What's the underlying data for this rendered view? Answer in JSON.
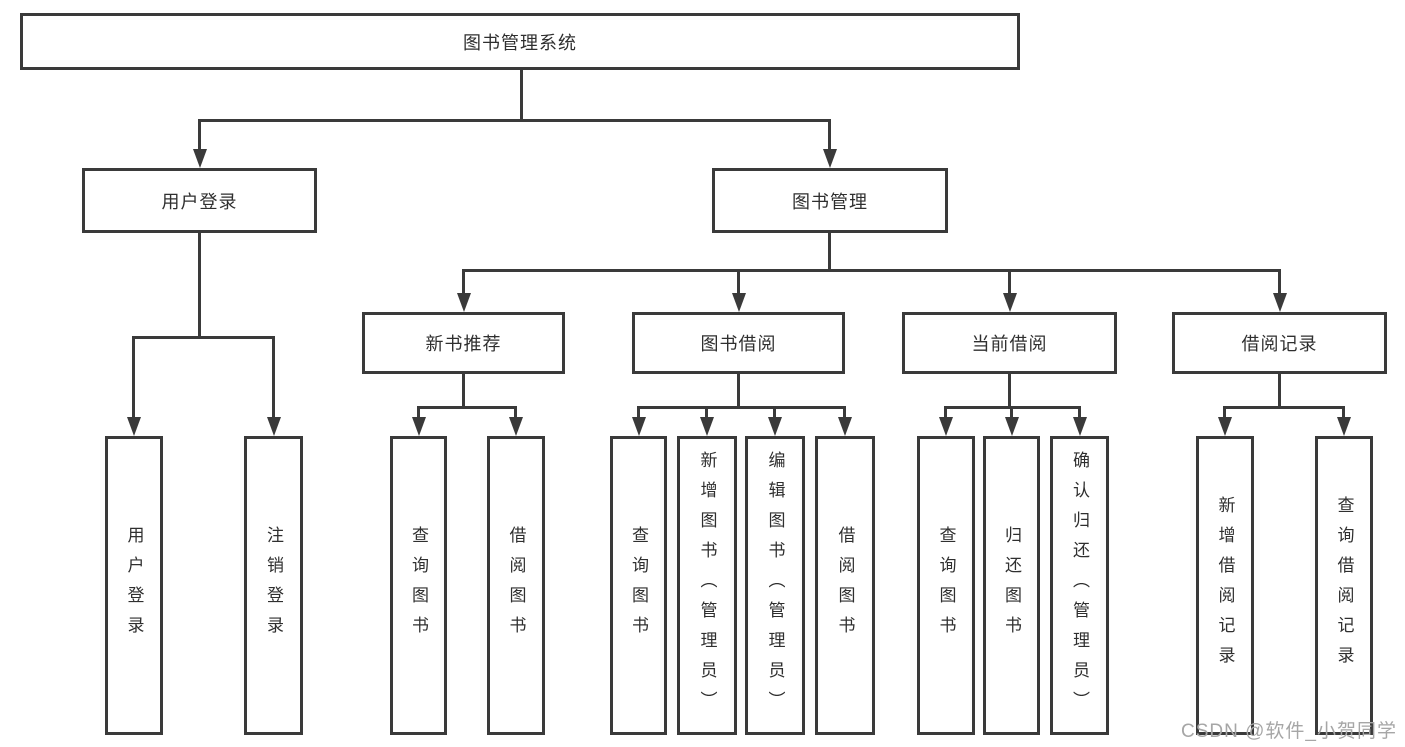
{
  "colors": {
    "line": "#3a3a3a",
    "text": "#2f2f2f",
    "watermark": "#a6a6a6",
    "background": "#ffffff"
  },
  "diagram": {
    "root": "图书管理系统",
    "level2": {
      "user_login": "用户登录",
      "book_management": "图书管理"
    },
    "level3": {
      "new_book_recommend": "新书推荐",
      "book_borrow": "图书借阅",
      "current_borrow": "当前借阅",
      "borrow_records": "借阅记录"
    },
    "leaves": {
      "user_login": [
        "用户登录",
        "注销登录"
      ],
      "new_book_recommend": [
        "查询图书",
        "借阅图书"
      ],
      "book_borrow": [
        "查询图书",
        "新增图书（管理员）",
        "编辑图书（管理员）",
        "借阅图书"
      ],
      "current_borrow": [
        "查询图书",
        "归还图书",
        "确认归还（管理员）"
      ],
      "borrow_records": [
        "新增借阅记录",
        "查询借阅记录"
      ]
    }
  },
  "watermark": "CSDN @软件_小贺同学"
}
